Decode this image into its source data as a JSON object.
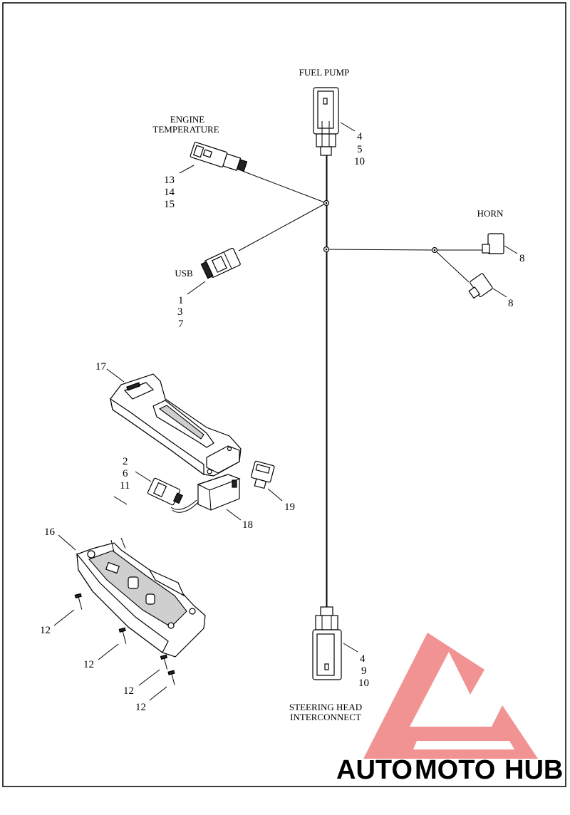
{
  "labels": {
    "fuel_pump": "FUEL PUMP",
    "engine_temperature_1": "ENGINE",
    "engine_temperature_2": "TEMPERATURE",
    "usb": "USB",
    "horn": "HORN",
    "steering_head_1": "STEERING HEAD",
    "steering_head_2": "INTERCONNECT"
  },
  "callouts": {
    "fuel_pump": [
      "4",
      "5",
      "10"
    ],
    "engine_temperature": [
      "13",
      "14",
      "15"
    ],
    "usb": [
      "1",
      "3",
      "7"
    ],
    "horn_upper": "8",
    "horn_lower": "8",
    "steering_head": [
      "4",
      "9",
      "10"
    ],
    "cover_top": "17",
    "module_connector": [
      "2",
      "6",
      "11"
    ],
    "usb_module": "18",
    "usb_connector": "19",
    "housing": "16",
    "screws": [
      "12",
      "12",
      "12",
      "12"
    ]
  },
  "watermark": {
    "part_a": "AUTO",
    "part_b": "MOTO",
    "part_c": "HUB",
    "color_a": "#f7b27a",
    "color_b": "#f08a8a",
    "color_c": "#5a5a5a",
    "logo_color": "#f08080"
  }
}
